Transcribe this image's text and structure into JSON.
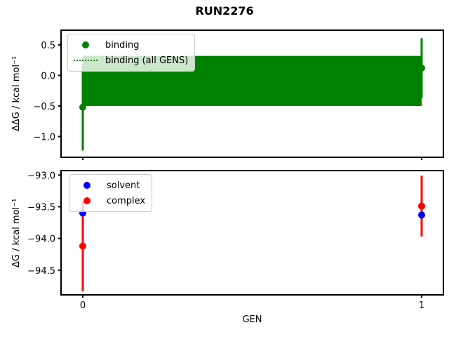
{
  "title": "RUN2276",
  "figure": {
    "background": "#ffffff"
  },
  "chart_data": [
    {
      "type": "scatter",
      "ylabel": "ΔΔG / kcal mol⁻¹",
      "x": [
        0,
        1
      ],
      "series": [
        {
          "name": "binding",
          "color": "#008000",
          "marker": "circle",
          "values": [
            -0.52,
            0.12
          ],
          "yerr": [
            0.71,
            0.49
          ]
        }
      ],
      "band": {
        "name": "binding (all GENS)",
        "color": "#008000",
        "x": [
          0,
          1
        ],
        "lo": -0.5,
        "hi": 0.32,
        "center_line_style": "dotted"
      },
      "legend": [
        {
          "label": "binding",
          "marker": "dot",
          "color": "#008000"
        },
        {
          "label": "binding (all GENS)",
          "marker": "dotted-line",
          "color": "#008000"
        }
      ],
      "legend_position": "upper left",
      "ylim": [
        -1.34,
        0.741
      ],
      "yticks": [
        0.5,
        0.0,
        -0.5,
        -1.0
      ],
      "ytick_labels": [
        "0.5",
        "0.0",
        "−0.5",
        "−1.0"
      ],
      "xticks": [
        0,
        1
      ],
      "xtick_labels": null,
      "grid": false
    },
    {
      "type": "scatter",
      "ylabel": "ΔG / kcal mol⁻¹",
      "xlabel": "GEN",
      "x": [
        0,
        1
      ],
      "series": [
        {
          "name": "solvent",
          "color": "#0000ff",
          "marker": "circle",
          "values": [
            -93.6,
            -93.63
          ],
          "yerr": [
            0.16,
            0.19
          ]
        },
        {
          "name": "complex",
          "color": "#ff0000",
          "marker": "circle",
          "values": [
            -94.12,
            -93.49
          ],
          "yerr": [
            0.71,
            0.48
          ]
        }
      ],
      "legend": [
        {
          "label": "solvent",
          "marker": "dot",
          "color": "#0000ff"
        },
        {
          "label": "complex",
          "marker": "dot",
          "color": "#ff0000"
        }
      ],
      "legend_position": "upper left",
      "ylim": [
        -94.89,
        -92.93
      ],
      "yticks": [
        -93.0,
        -93.5,
        -94.0,
        -94.5
      ],
      "ytick_labels": [
        "−93.0",
        "−93.5",
        "−94.0",
        "−94.5"
      ],
      "xticks": [
        0,
        1
      ],
      "xtick_labels": [
        "0",
        "1"
      ],
      "grid": false
    }
  ]
}
